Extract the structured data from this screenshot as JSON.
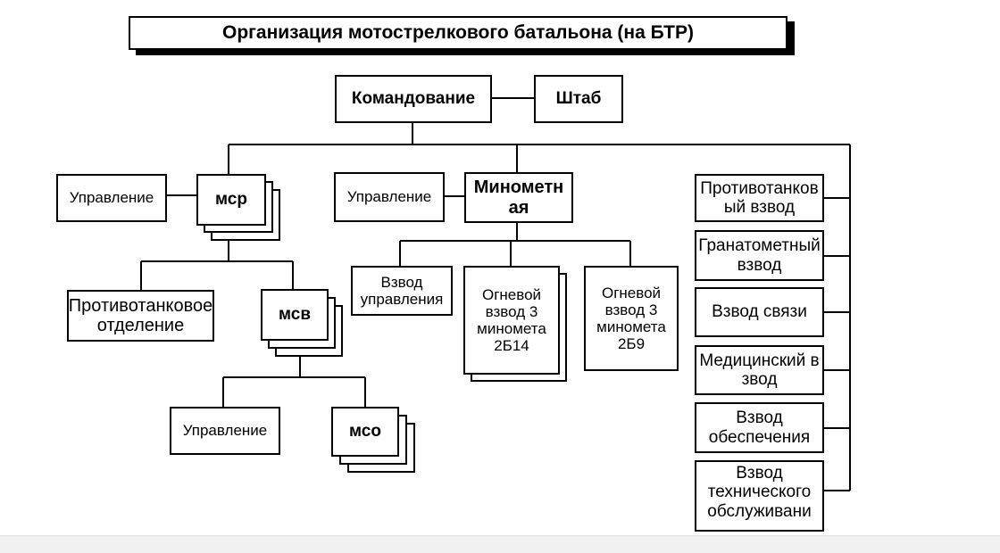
{
  "title": "Организация мотострелкового батальона (на БТР)",
  "command": "Командование",
  "staff": "Штаб",
  "msr": {
    "management": "Управление",
    "name": "мср",
    "at_section": "Противотанковое отделение",
    "msv": {
      "name": "мсв",
      "management": "Управление",
      "mso": "мсо"
    }
  },
  "mortar": {
    "management": "Управление",
    "name": "Минометная",
    "control_platoon": "Взвод управления",
    "fire_platoon_1": "Огневой взвод 3 миномета 2Б14",
    "fire_platoon_2": "Огневой взвод 3 миномета 2Б9"
  },
  "right_units": [
    "Противотанковый взвод",
    "Гранатометный взвод",
    "Взвод связи",
    "Медицинский взвод",
    "Взвод обеспечения",
    "Взвод технического обслуживани"
  ]
}
